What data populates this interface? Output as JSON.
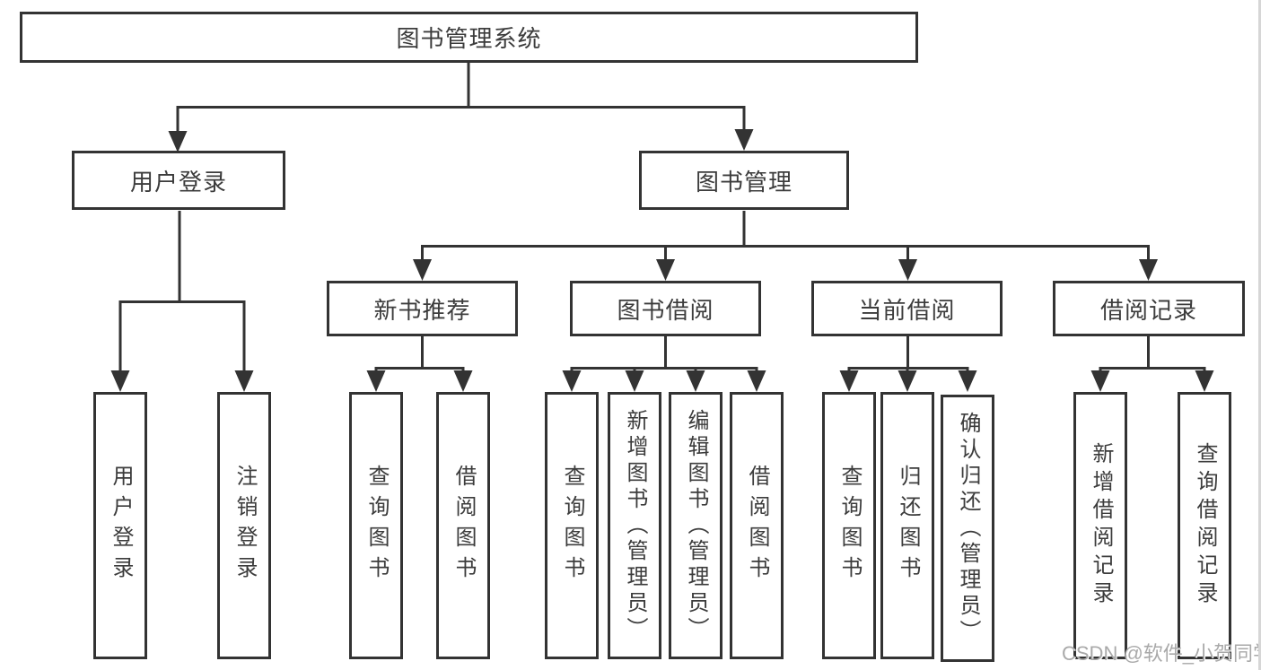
{
  "diagram": {
    "nodes": {
      "root": {
        "label": "图书管理系统"
      },
      "user_login": {
        "label": "用户登录"
      },
      "book_management": {
        "label": "图书管理"
      },
      "new_book_recommend": {
        "label": "新书推荐"
      },
      "book_borrow": {
        "label": "图书借阅"
      },
      "current_borrow": {
        "label": "当前借阅"
      },
      "borrow_records": {
        "label": "借阅记录"
      }
    },
    "leaves": {
      "user_login": "用户登录",
      "logout": "注销登录",
      "rec_query_books": "查询图书",
      "rec_borrow_books": "借阅图书",
      "bb_query_books": "查询图书",
      "bb_add_books_admin": "新增图书（管理员）",
      "bb_edit_books_admin": "编辑图书（管理员）",
      "bb_borrow_books": "借阅图书",
      "cb_query_books": "查询图书",
      "cb_return_books": "归还图书",
      "cb_confirm_return_admin": "确认归还（管理员）",
      "br_add_record": "新增借阅记录",
      "br_query_record": "查询借阅记录"
    },
    "watermark": "CSDN @软件_小贺同学",
    "colors": {
      "line": "#333333",
      "text": "#3c3c3c",
      "box_background": "#ffffff",
      "watermark": "#a9a9a9"
    }
  }
}
